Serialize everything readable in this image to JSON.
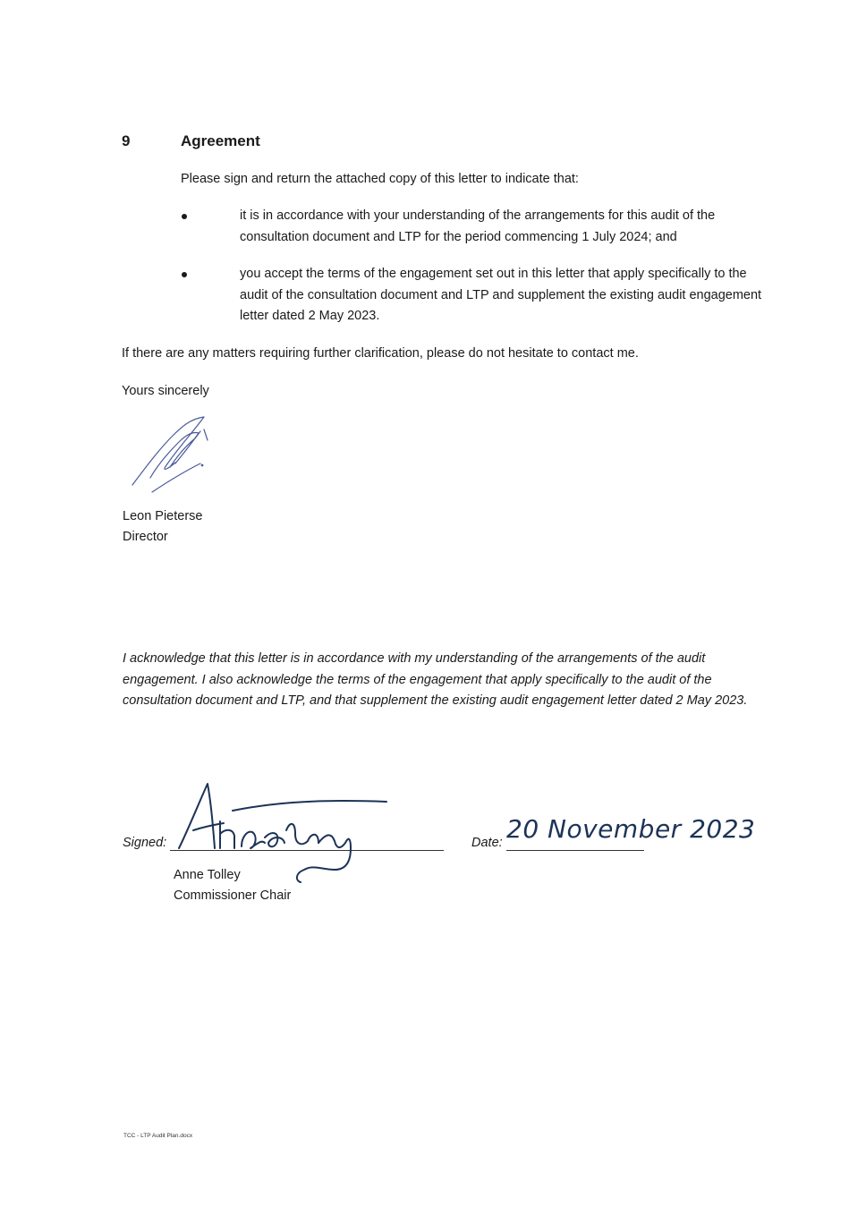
{
  "section": {
    "number": "9",
    "title": "Agreement"
  },
  "intro": "Please sign and return the attached copy of this letter to indicate that:",
  "bullets": [
    "it is in accordance with your understanding of the arrangements for this audit of the consultation document and LTP for the period commencing 1 July 2024; and",
    "you accept the terms of the engagement set out in this letter that apply specifically to the audit of the consultation document and LTP and supplement the existing audit engagement letter dated 2 May 2023."
  ],
  "clarification": "If there are any matters requiring further clarification, please do not hesitate to contact me.",
  "closing": "Yours sincerely",
  "signatory": {
    "name": "Leon Pieterse",
    "title": "Director"
  },
  "acknowledgement": "I acknowledge that this letter is in accordance with my understanding of the arrangements of the audit engagement. I also acknowledge the terms of the engagement that apply specifically to the audit of the consultation document and LTP, and that supplement the existing audit engagement letter dated 2 May 2023.",
  "countersign": {
    "signed_label": "Signed:",
    "date_label": "Date:",
    "date_handwritten": "20 November 2023",
    "name": "Anne Tolley",
    "title": "Commissioner Chair"
  },
  "footer": "TCC - LTP Audit Plan.docx",
  "colors": {
    "ink": "#1a1a1a",
    "signature_ink": "#1d3357",
    "signature_ink_light": "#4a5a9a"
  }
}
